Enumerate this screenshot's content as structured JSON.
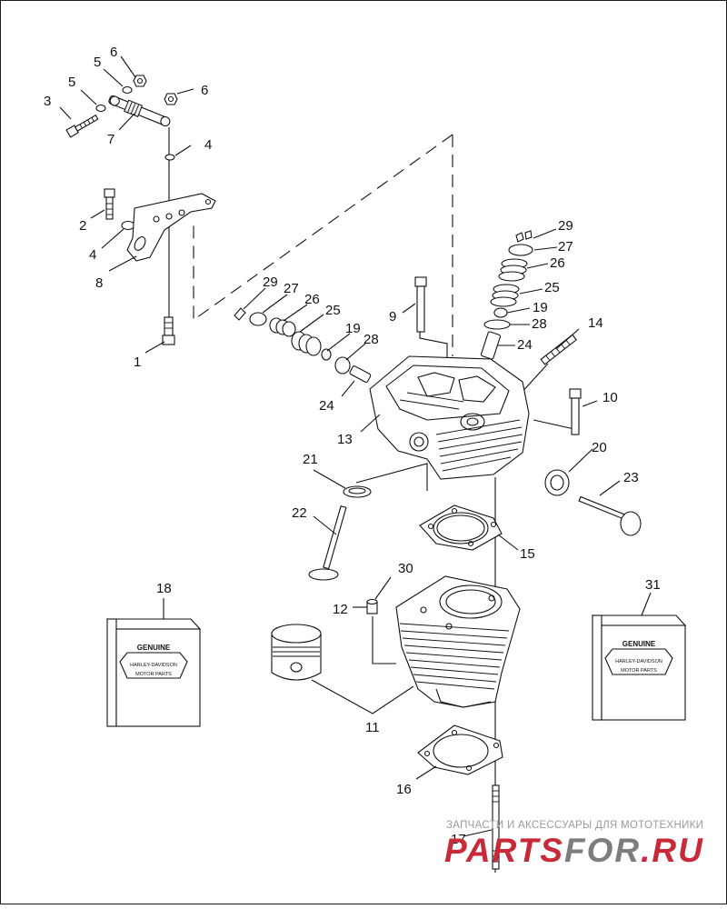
{
  "callouts": {
    "c1": "1",
    "c2": "2",
    "c3": "3",
    "c4a": "4",
    "c4b": "4",
    "c5a": "5",
    "c5b": "5",
    "c6a": "6",
    "c6b": "6",
    "c7": "7",
    "c8": "8",
    "c9": "9",
    "c10": "10",
    "c11": "11",
    "c12": "12",
    "c13": "13",
    "c14": "14",
    "c15": "15",
    "c16": "16",
    "c17": "17",
    "c18": "18",
    "c19a": "19",
    "c19b": "19",
    "c20": "20",
    "c21": "21",
    "c22": "22",
    "c23": "23",
    "c24a": "24",
    "c24b": "24",
    "c25a": "25",
    "c25b": "25",
    "c26a": "26",
    "c26b": "26",
    "c27a": "27",
    "c27b": "27",
    "c28a": "28",
    "c28b": "28",
    "c29a": "29",
    "c29b": "29",
    "c30": "30",
    "c31": "31"
  },
  "badge": {
    "line1": "GENUINE",
    "line2": "HARLEY-DAVIDSON",
    "line3": "MOTOR PARTS"
  },
  "watermark": {
    "tagline": "ЗАПЧАСТИ И АКСЕССУАРЫ ДЛЯ МОТОТЕХНИКИ",
    "logo_part1": "PARTS",
    "logo_part2": "FOR",
    "logo_part3": ".RU"
  }
}
